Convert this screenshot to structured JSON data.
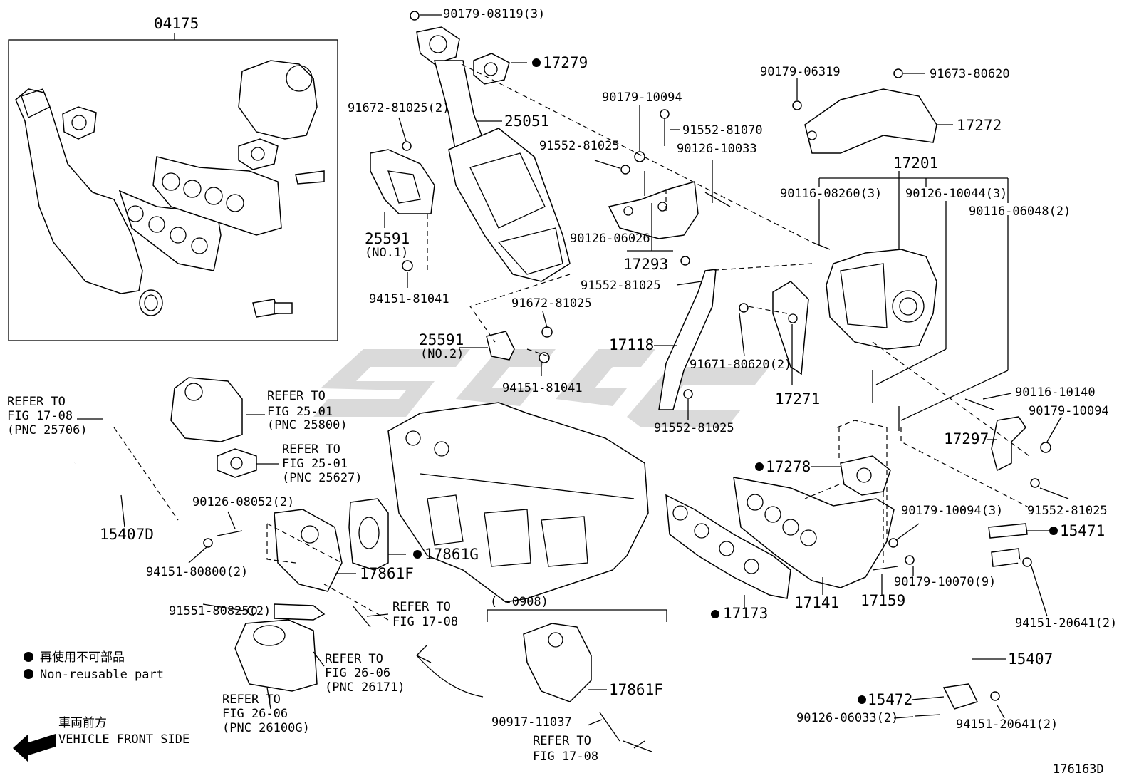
{
  "diagram": {
    "figure_number": "176163D",
    "kit_label": "04175",
    "callouts": {
      "p90179_08119": "90179-08119(3)",
      "p17279": "17279",
      "p91672_81025_2": "91672-81025(2)",
      "p25051": "25051",
      "p90179_10094_top": "90179-10094",
      "p91552_81070": "91552-81070",
      "p90126_10033": "90126-10033",
      "p91552_81025_a": "91552-81025",
      "p90126_06026": "90126-06026",
      "p17293": "17293",
      "p25591_no1": "25591",
      "no1": "(NO.1)",
      "p94151_81041_a": "94151-81041",
      "p91552_81025_b": "91552-81025",
      "p91672_81025_b": "91672-81025",
      "p25591_no2": "25591",
      "no2": "(NO.2)",
      "p94151_81041_b": "94151-81041",
      "p17118": "17118",
      "p91671_80620": "91671-80620(2)",
      "p17271": "17271",
      "p91552_81025_c": "91552-81025",
      "p90179_06319": "90179-06319",
      "p91673_80620": "91673-80620",
      "p17272": "17272",
      "p17201": "17201",
      "p90116_08260": "90116-08260(3)",
      "p90126_10044": "90126-10044(3)",
      "p90116_06048": "90116-06048(2)",
      "p90116_10140": "90116-10140",
      "p90179_10094_r": "90179-10094",
      "p17297": "17297",
      "p91552_81025_d": "91552-81025",
      "p17278": "17278",
      "p15471": "15471",
      "p90179_10094_3": "90179-10094(3)",
      "p90179_10070": "90179-10070(9)",
      "p17159": "17159",
      "p17141": "17141",
      "p17173": "17173",
      "p94151_20641_a": "94151-20641(2)",
      "p15407": "15407",
      "p15472": "15472",
      "p90126_06033": "90126-06033(2)",
      "p94151_20641_b": "94151-20641(2)",
      "p90126_08052": "90126-08052(2)",
      "p15407D": "15407D",
      "p94151_80800": "94151-80800(2)",
      "p17861G": "17861G",
      "p17861F_a": "17861F",
      "p91551_80825": "91551-80825(2)",
      "p17861F_b": "17861F",
      "p90917_11037": "90917-11037",
      "range": "(      -0908)"
    },
    "refer": {
      "r1_l1": "REFER TO",
      "r1_l2": "FIG 17-08",
      "r1_l3": "(PNC 25706)",
      "r2_l1": "REFER TO",
      "r2_l2": "FIG 25-01",
      "r2_l3": "(PNC 25800)",
      "r3_l1": "REFER TO",
      "r3_l2": "FIG 25-01",
      "r3_l3": "(PNC 25627)",
      "r4_l1": "REFER TO",
      "r4_l2": "FIG 17-08",
      "r5_l1": "REFER TO",
      "r5_l2": "FIG 26-06",
      "r5_l3": "(PNC 26171)",
      "r6_l1": "REFER TO",
      "r6_l2": "FIG 26-06",
      "r6_l3": "(PNC 26100G)",
      "r7_l1": "REFER TO",
      "r7_l2": "FIG 17-08"
    },
    "legend": {
      "jp_nonreusable": "再使用不可部品",
      "en_nonreusable": "Non-reusable part",
      "jp_front": "車両前方",
      "en_front": "VEHICLE FRONT SIDE"
    }
  }
}
